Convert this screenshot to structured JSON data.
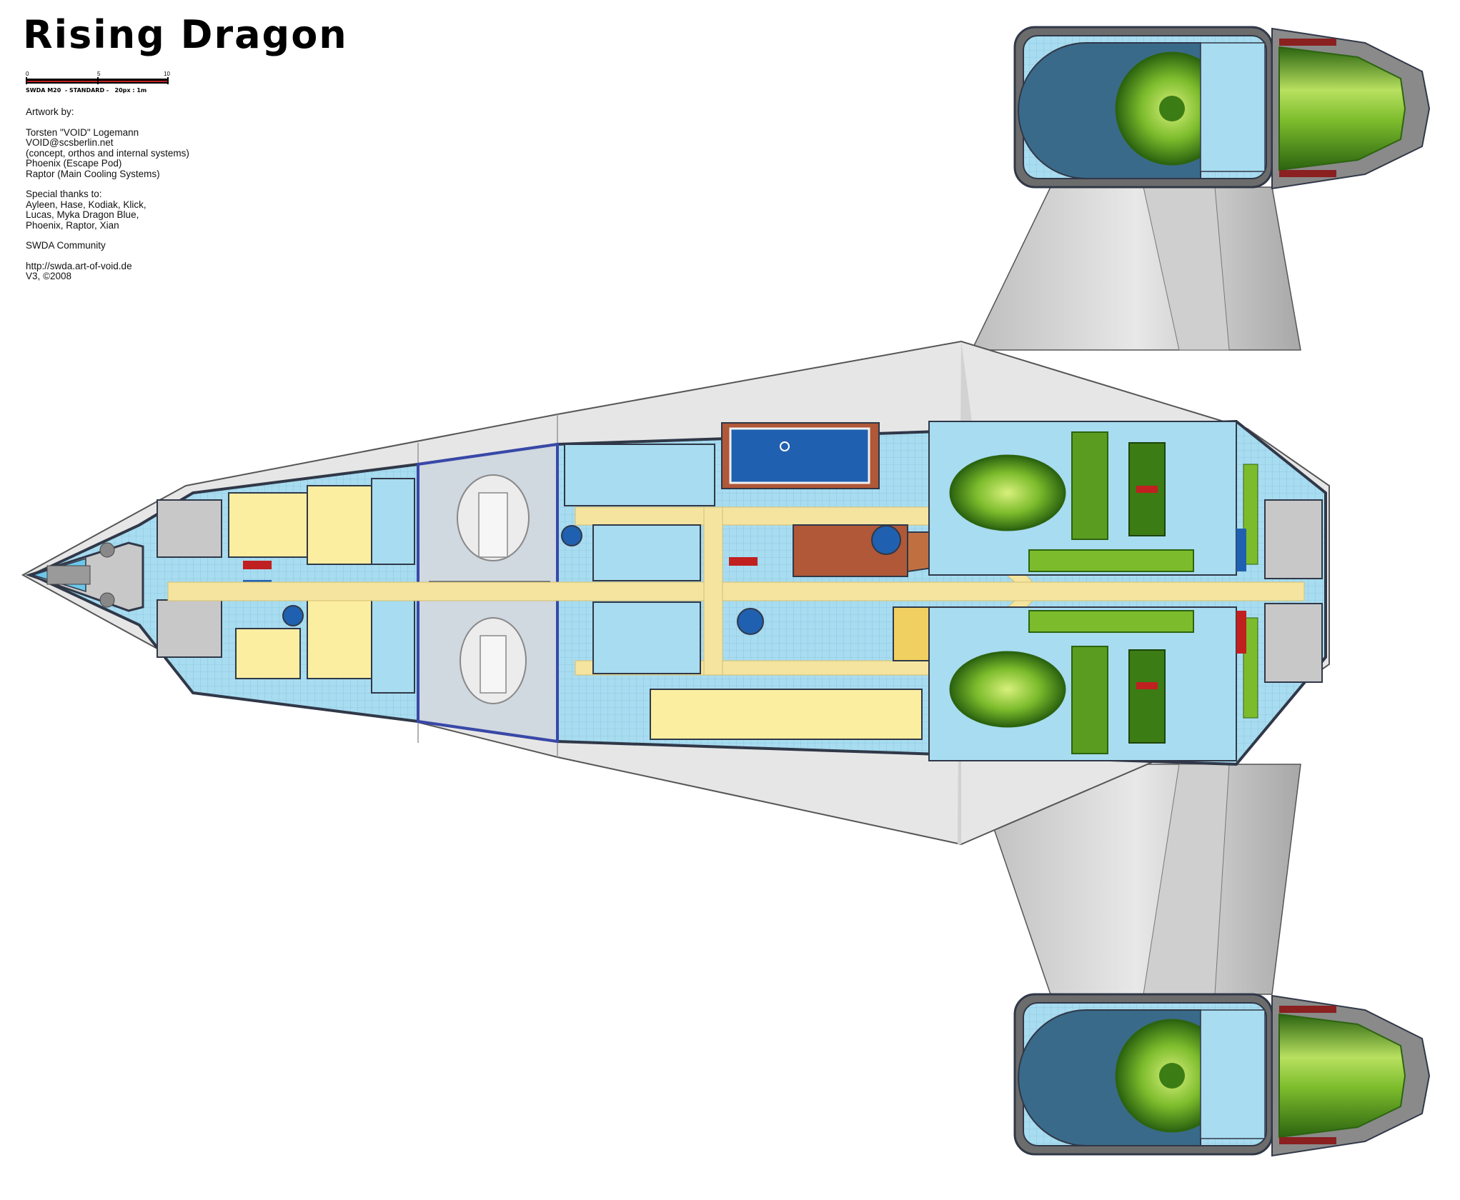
{
  "title": "Rising Dragon",
  "scale": {
    "ticks": [
      "0",
      "5",
      "10"
    ],
    "caption": "SWDA M20  - STANDARD -   20px : 1m"
  },
  "credits": {
    "artwork_heading": "Artwork by:",
    "author": "Torsten \"VOID\" Logemann",
    "email": "VOID@scsberlin.net",
    "author_role": "(concept, orthos and internal systems)",
    "credit_phoenix": "Phoenix (Escape Pod)",
    "credit_raptor": "Raptor (Main Cooling Systems)",
    "thanks_heading": "Special thanks to:",
    "thanks_line1": "Ayleen, Hase, Kodiak, Klick,",
    "thanks_line2": "Lucas, Myka Dragon Blue,",
    "thanks_line3": "Phoenix, Raptor, Xian",
    "community": "SWDA Community",
    "url": "http://swda.art-of-void.de",
    "version": "V3, ©2008"
  },
  "colors": {
    "hull_light": "#e4e4e4",
    "hull_mid": "#c8c8c8",
    "hull_dark": "#9c9c9c",
    "outline": "#303848",
    "floor": "#a8dcf0",
    "corridor": "#f4e4a0",
    "room_yellow": "#fbeea0",
    "machinery_green": "#7cbc2c",
    "machinery_dark": "#3c7c14",
    "pool": "#2060b0",
    "wood": "#b05838",
    "hangar_floor": "#d0d8e0",
    "accent_red": "#c02020"
  }
}
